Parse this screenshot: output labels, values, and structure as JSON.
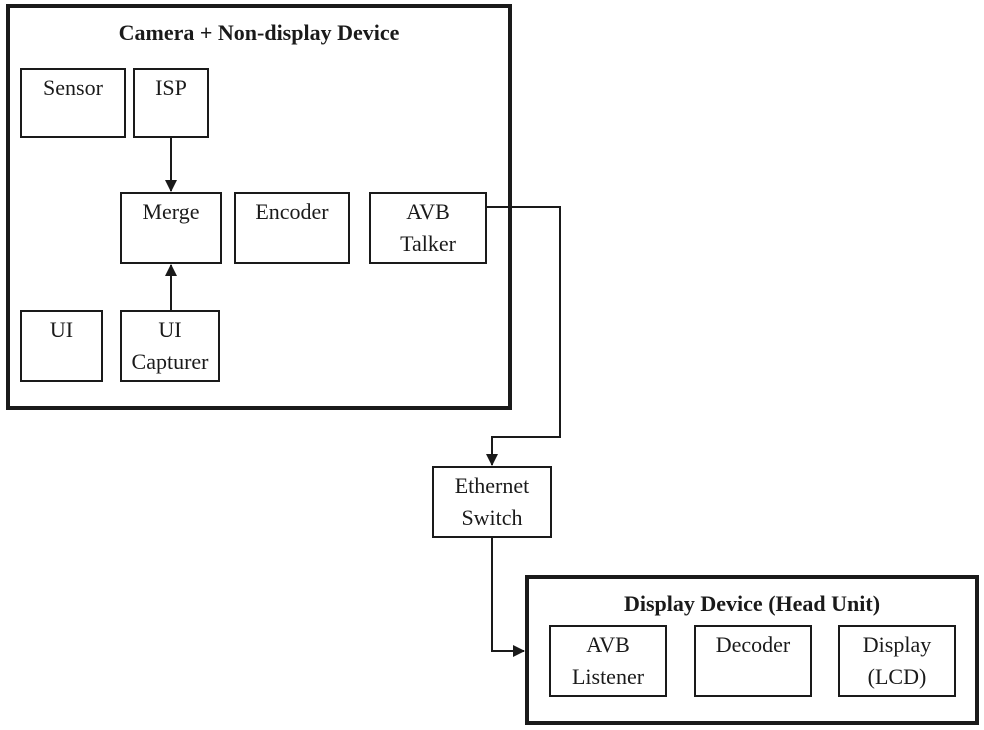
{
  "groups": {
    "camera": {
      "title": "Camera + Non-display Device"
    },
    "display": {
      "title": "Display Device (Head Unit)"
    }
  },
  "nodes": {
    "sensor": {
      "lines": [
        "Sensor"
      ]
    },
    "isp": {
      "lines": [
        "ISP"
      ]
    },
    "merge": {
      "lines": [
        "Merge"
      ]
    },
    "encoder": {
      "lines": [
        "Encoder"
      ]
    },
    "avb_talker": {
      "lines": [
        "AVB",
        "Talker"
      ]
    },
    "ui": {
      "lines": [
        "UI"
      ]
    },
    "ui_capturer": {
      "lines": [
        "UI",
        "Capturer"
      ]
    },
    "ethernet_switch": {
      "lines": [
        "Ethernet",
        "Switch"
      ]
    },
    "avb_listener": {
      "lines": [
        "AVB",
        "Listener"
      ]
    },
    "decoder": {
      "lines": [
        "Decoder"
      ]
    },
    "display_lcd": {
      "lines": [
        "Display",
        "(LCD)"
      ]
    }
  },
  "edges": [
    {
      "from": "isp",
      "to": "merge"
    },
    {
      "from": "ui_capturer",
      "to": "merge"
    },
    {
      "from": "avb_talker",
      "to": "ethernet_switch"
    },
    {
      "from": "ethernet_switch",
      "to": "avb_listener"
    }
  ],
  "colors": {
    "stroke": "#1a1a1a",
    "background": "#ffffff"
  }
}
